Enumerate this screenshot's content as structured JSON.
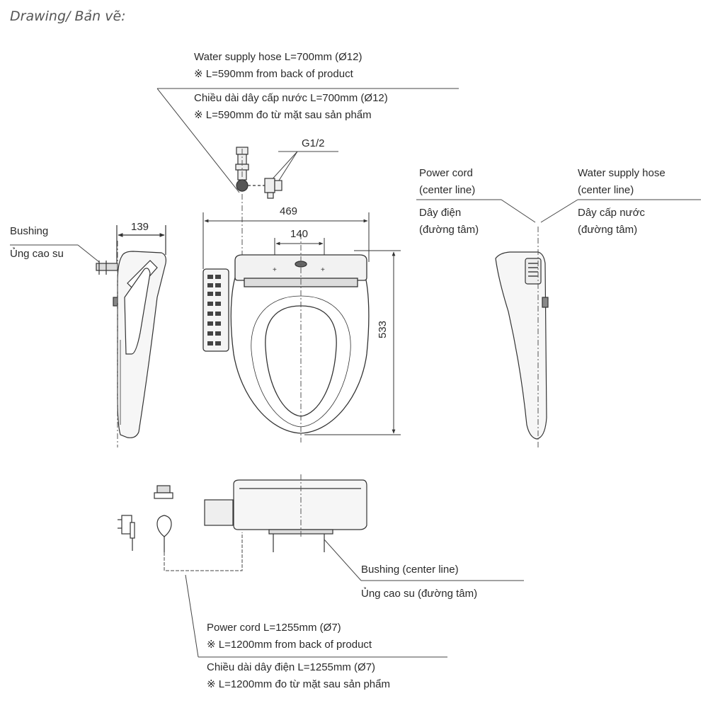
{
  "title": "Drawing/ Bản vẽ:",
  "top_note": {
    "line1": "Water supply hose L=700mm (Ø12)",
    "line2": "※ L=590mm from back of product",
    "line3": "Chiều dài dây cấp nước L=700mm (Ø12)",
    "line4": "※ L=590mm đo từ mặt sau sản phẩm"
  },
  "thread_label": "G1/2",
  "dimensions": {
    "width": "469",
    "bolt_spacing": "140",
    "depth": "533",
    "side_depth": "139"
  },
  "left_side": {
    "bushing_en": "Bushing",
    "bushing_vi": "Ủng cao su"
  },
  "right_side": {
    "power_en_1": "Power cord",
    "power_en_2": "(center line)",
    "power_vi_1": "Dây điện",
    "power_vi_2": "(đường tâm)",
    "hose_en_1": "Water supply hose",
    "hose_en_2": "(center line)",
    "hose_vi_1": "Dây cấp nước",
    "hose_vi_2": "(đường tâm)"
  },
  "bottom_bushing": {
    "en": "Bushing (center line)",
    "vi": "Ủng cao su (đường tâm)"
  },
  "bottom_note": {
    "line1": "Power cord L=1255mm (Ø7)",
    "line2": "※ L=1200mm from back of product",
    "line3": "Chiều dài dây điện L=1255mm (Ø7)",
    "line4": "※ L=1200mm đo từ mặt sau sản phẩm"
  }
}
